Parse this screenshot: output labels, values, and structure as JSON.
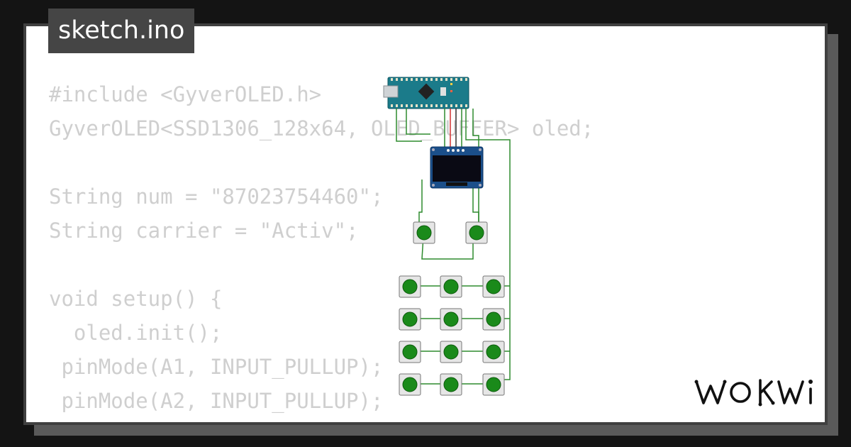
{
  "tab": {
    "title": "sketch.ino"
  },
  "code": {
    "lines": [
      "#include <GyverOLED.h>",
      "GyverOLED<SSD1306_128x64, OLED_BUFFER> oled;",
      "",
      "String num = \"87023754460\";",
      "String carrier = \"Activ\";",
      "",
      "void setup() {",
      "  oled.init();",
      " pinMode(A1, INPUT_PULLUP);",
      " pinMode(A2, INPUT_PULLUP);",
      "}"
    ]
  },
  "circuit": {
    "components": [
      "arduino-nano",
      "ssd1306-oled",
      "pushbutton-top-left",
      "pushbutton-top-right",
      "keypad-3x4"
    ],
    "keypad": {
      "rows": 4,
      "cols": 3
    }
  },
  "brand": {
    "logo_text": "WOKWi"
  },
  "colors": {
    "background": "#141414",
    "card": "#ffffff",
    "tab": "#454545",
    "code_text": "#cfcfcf",
    "button_cap": "#1a8a1a",
    "board": "#1b7b8a",
    "wire": "#2e8b2e"
  }
}
